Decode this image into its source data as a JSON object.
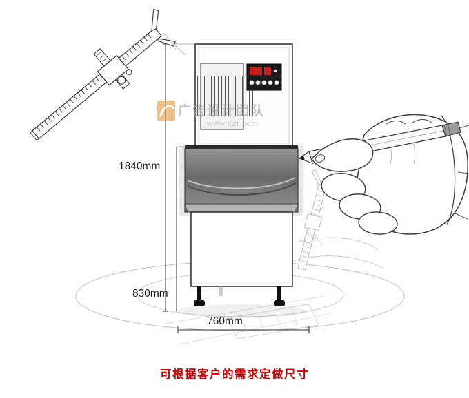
{
  "dimensions": {
    "height": "1840mm",
    "depth": "830mm",
    "width": "760mm"
  },
  "caption": "可根据客户的需求定做尺寸",
  "watermark": {
    "team": "广告设计团队",
    "url": "www.czl.com"
  },
  "colors": {
    "caption_red": "#d40000",
    "watermark_orange": "#e09b3e",
    "watermark_gray": "#9a9a9a",
    "machine_bin_gray": "#7d7d7d"
  }
}
